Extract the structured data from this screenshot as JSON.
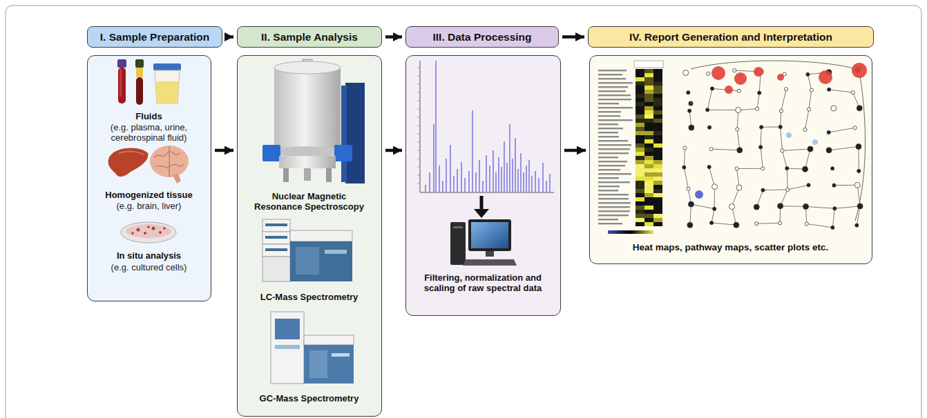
{
  "diagram": {
    "nodes": [
      {
        "text": [
          "I. Sample Preparation"
        ]
      },
      {
        "text": [
          "II. Sample Analysis"
        ]
      },
      {
        "text": [
          "III. Data Processing"
        ]
      },
      {
        "text": [
          "IV. Report Generation and Interpretation"
        ]
      },
      {
        "text": [
          "Fluids",
          "(e.g. plasma, urine, cerebrospinal fluid)",
          "Homogenized tissue",
          "(e.g. brain, liver)",
          "In situ analysis",
          "(e.g. cultured cells)"
        ]
      },
      {
        "text": [
          "Nuclear Magnetic Resonance Spectroscopy",
          "LC-Mass Spectrometry",
          "GC-Mass Spectrometry"
        ]
      },
      {
        "text": [
          "Filtering, normalization and scaling of raw spectral data"
        ]
      },
      {
        "text": [
          "Heat maps, pathway maps, scatter plots etc."
        ]
      }
    ],
    "edges": [
      {
        "from": 0,
        "to": 1,
        "arrow": "to"
      },
      {
        "from": 1,
        "to": 2,
        "arrow": "to"
      },
      {
        "from": 2,
        "to": 3,
        "arrow": "to"
      },
      {
        "from": 4,
        "to": 5,
        "arrow": "to"
      },
      {
        "from": 5,
        "to": 6,
        "arrow": "to"
      },
      {
        "from": 6,
        "to": 7,
        "arrow": "to"
      }
    ]
  }
}
